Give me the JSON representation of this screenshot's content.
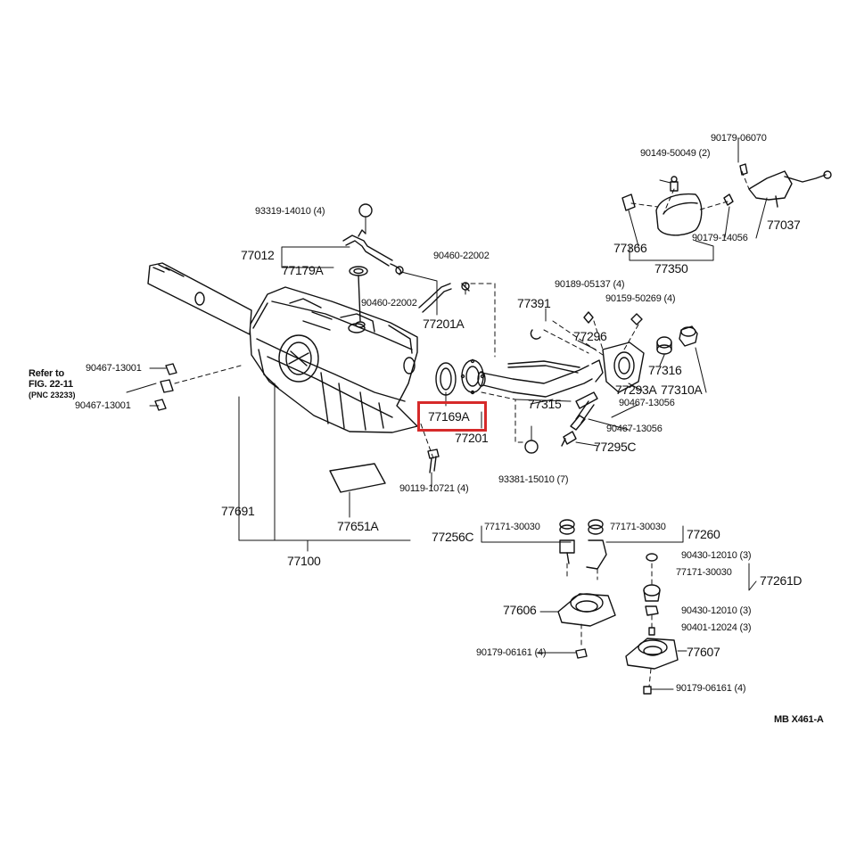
{
  "diagram": {
    "drawing_code": "MB X461-A",
    "highlighted_part": "77169A",
    "highlight_color": "#d62a2a",
    "reference": {
      "line1": "Refer to",
      "line2": "FIG. 22-11",
      "line3": "(PNC 23233)"
    },
    "labels": {
      "p90179_06070": "90179-06070",
      "p90149_50049": "90149-50049 (2)",
      "p93319_14010": "93319-14010 (4)",
      "p77366": "77366",
      "p90179_14056": "90179-14056",
      "p77037": "77037",
      "p77350": "77350",
      "p77012": "77012",
      "p77179A": "77179A",
      "p90460_22002a": "90460-22002",
      "p90460_22002b": "90460-22002",
      "p77201A": "77201A",
      "p90189_05137": "90189-05137 (4)",
      "p90159_50269": "90159-50269 (4)",
      "p77391": "77391",
      "p77296": "77296",
      "p77316": "77316",
      "p77293A": "77293A",
      "p77310A": "77310A",
      "p90467_13001a": "90467-13001",
      "p90467_13001b": "90467-13001",
      "p77169A": "77169A",
      "p77315": "77315",
      "p90467_13056a": "90467-13056",
      "p90467_13056b": "90467-13056",
      "p77201": "77201",
      "p77295C": "77295C",
      "p90119_10721": "90119-10721 (4)",
      "p93381_15010": "93381-15010 (7)",
      "p77691": "77691",
      "p77651A": "77651A",
      "p77100": "77100",
      "p77256C": "77256C",
      "p77171_30030a": "77171-30030",
      "p77171_30030b": "77171-30030",
      "p77260": "77260",
      "p90430_12010a": "90430-12010 (3)",
      "p77171_30030c": "77171-30030",
      "p77261D": "77261D",
      "p77606": "77606",
      "p90430_12010b": "90430-12010 (3)",
      "p90401_12024": "90401-12024 (3)",
      "p90179_06161a": "90179-06161 (4)",
      "p77607": "77607",
      "p90179_06161b": "90179-06161 (4)"
    }
  }
}
